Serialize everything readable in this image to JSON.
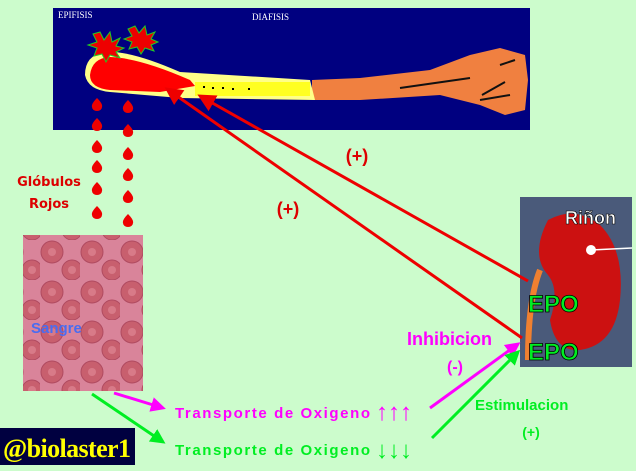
{
  "bone": {
    "label_epiphysis": "EPIFISIS",
    "label_diaphysis": "DIAFISIS"
  },
  "labels": {
    "red_cells_line1": "Glóbulos",
    "red_cells_line2": "Rojos",
    "blood": "Sangre",
    "kidney": "Riñon",
    "epo_top": "EPO",
    "epo_bottom": "EPO",
    "plus_upper": "(+)",
    "plus_lower": "(+)",
    "inhibition": "Inhibicion",
    "inhibition_sign": "(-)",
    "stimulation": "Estimulacion",
    "stimulation_sign": "(+)",
    "oxygen_high": "Transporte de Oxigeno",
    "oxygen_low": "Transporte de Oxigeno",
    "arrows_up": "↑↑↑",
    "arrows_down": "↓↓↓",
    "watermark": "@biolaster1"
  },
  "colors": {
    "background": "#ccfccc",
    "bone_panel": "#000080",
    "red": "#ee0000",
    "magenta": "#ff00ff",
    "green": "#00ee22",
    "blue_text": "#4a6cf0"
  }
}
